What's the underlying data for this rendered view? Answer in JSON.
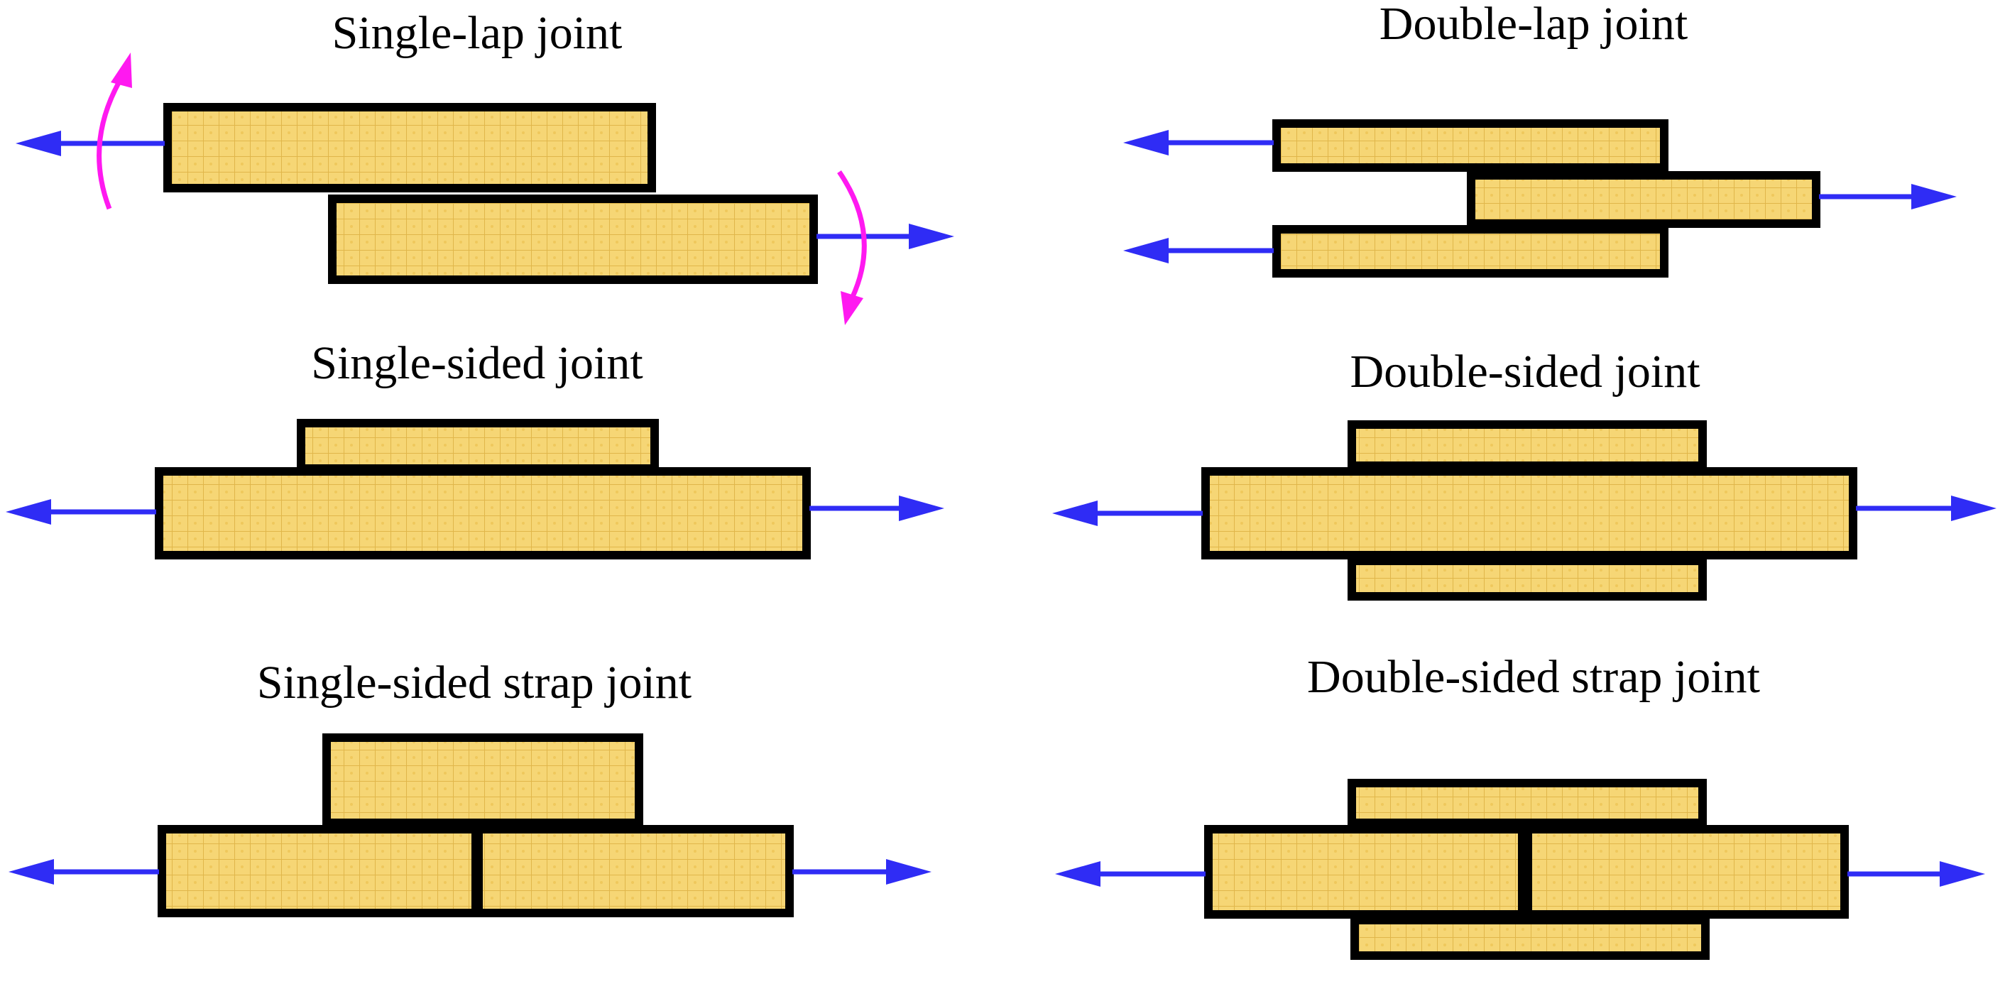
{
  "titles": {
    "single_lap": "Single-lap joint",
    "double_lap": "Double-lap joint",
    "single_sided": "Single-sided joint",
    "double_sided": "Double-sided joint",
    "single_strap": "Single-sided strap joint",
    "double_strap": "Double-sided strap joint"
  },
  "colors": {
    "plate_fill": "#f6d675",
    "plate_grid": "#e0b64a",
    "plate_stroke": "#000000",
    "force_arrow": "#2f2cf5",
    "moment_arrow": "#ff19f0"
  }
}
